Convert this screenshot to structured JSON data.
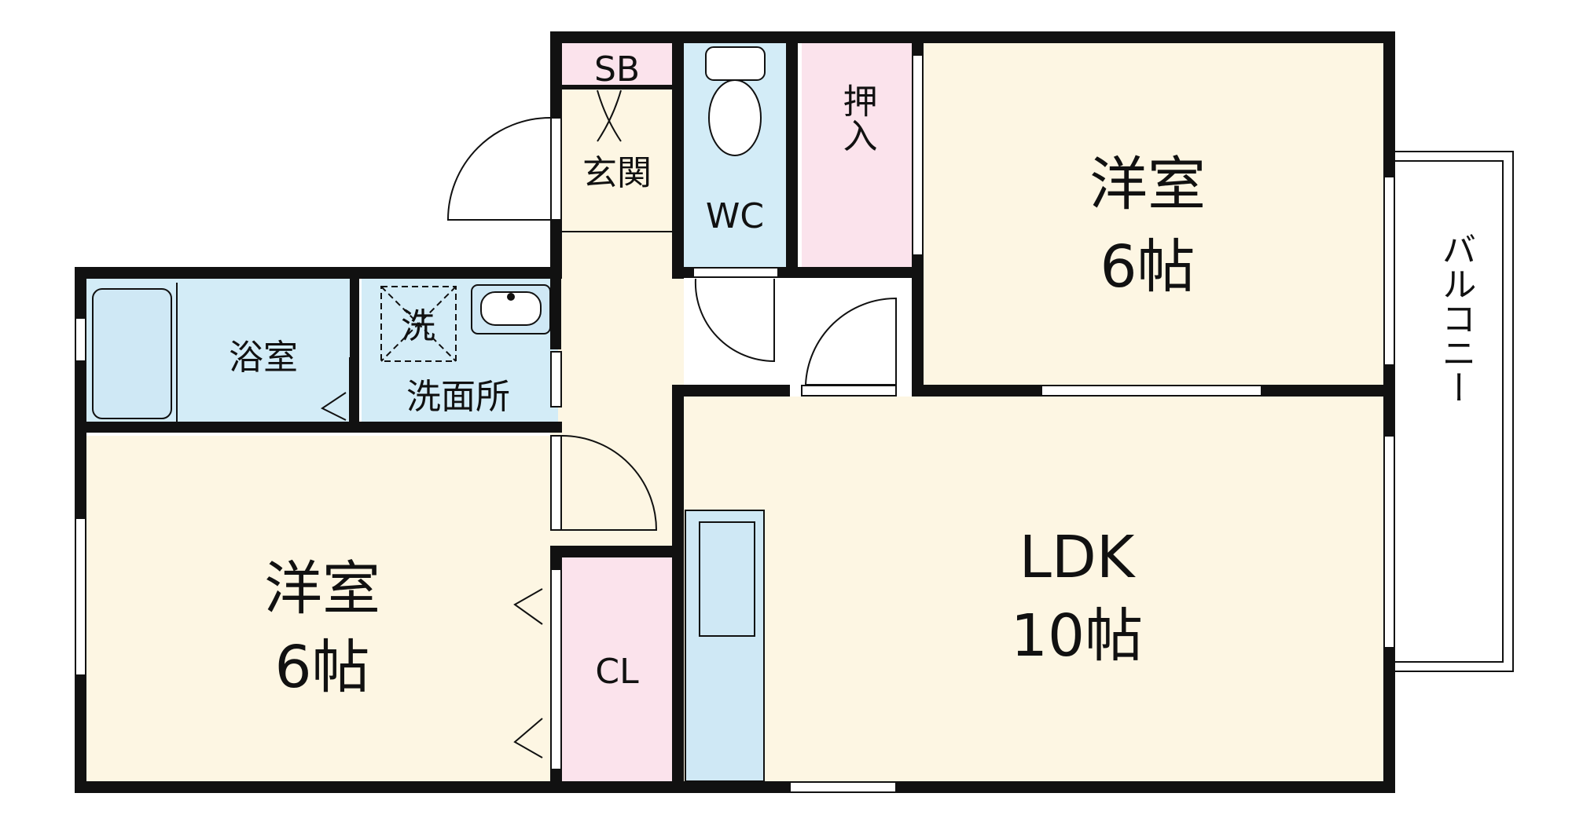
{
  "colors": {
    "wall": "#111111",
    "room_cream": "#fdf6e3",
    "room_blue": "#d3ecf7",
    "room_pink": "#fbe3ec",
    "fixture": "#cfe8f5",
    "window": "#ffffff"
  },
  "rooms": {
    "western_top": {
      "name": "洋室",
      "size": "6帖"
    },
    "western_bottom": {
      "name": "洋室",
      "size": "6帖"
    },
    "ldk": {
      "name": "LDK",
      "size": "10帖"
    },
    "bath": {
      "name": "浴室"
    },
    "washroom": {
      "name": "洗面所"
    },
    "washer": {
      "name": "洗"
    },
    "entrance": {
      "name": "玄関"
    },
    "shoebox": {
      "name": "SB"
    },
    "toilet": {
      "name": "WC"
    },
    "closet_top": {
      "name": "押入"
    },
    "closet_bottom": {
      "name": "CL"
    },
    "balcony": {
      "name": "バルコニー"
    }
  }
}
